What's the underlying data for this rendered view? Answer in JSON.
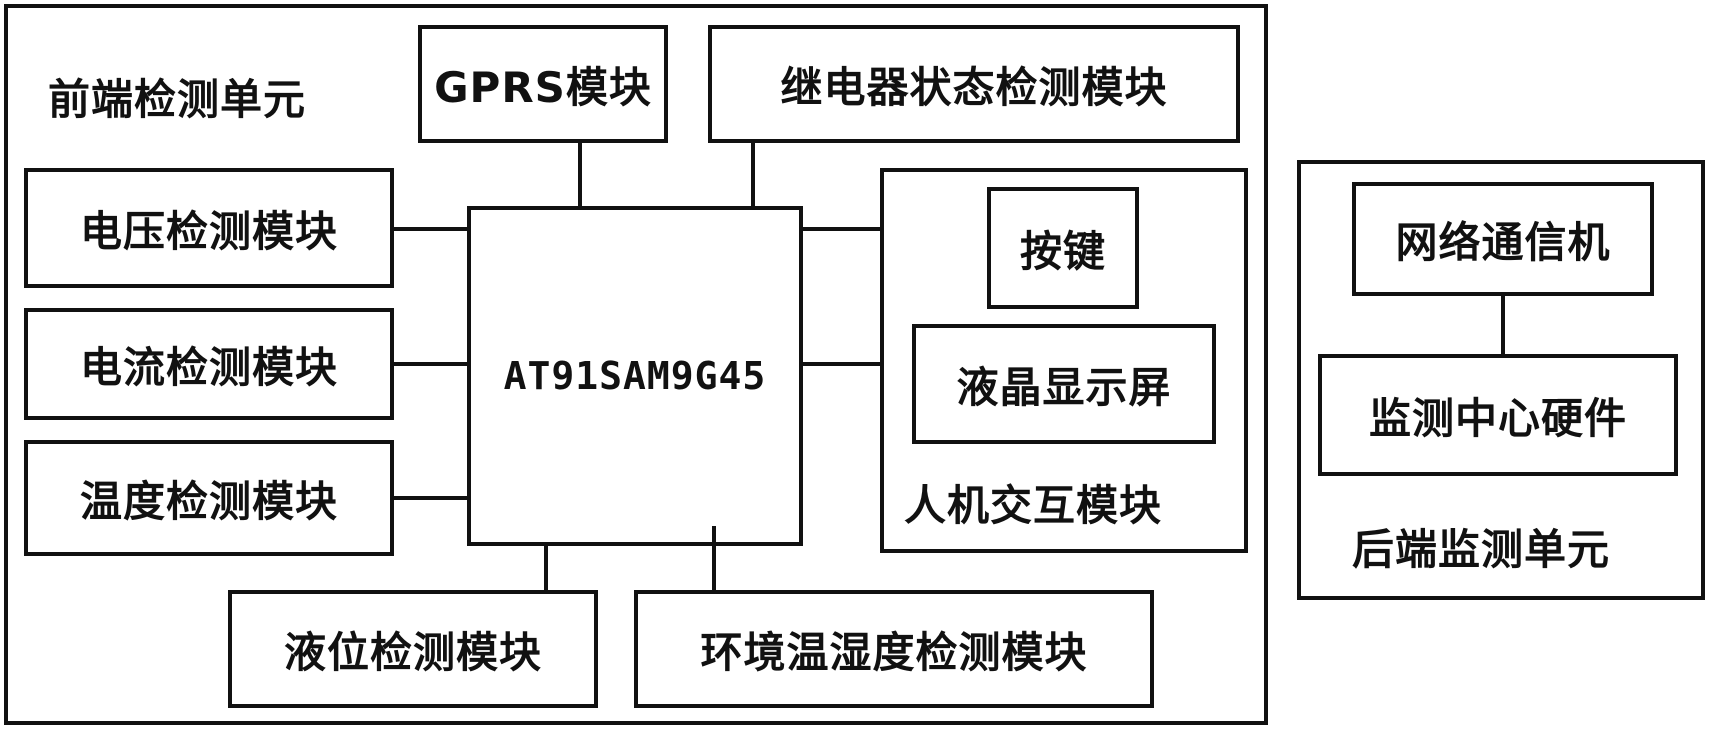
{
  "front_unit": {
    "title": "前端检测单元",
    "gprs": "GPRS模块",
    "relay": "继电器状态检测模块",
    "voltage": "电压检测模块",
    "current": "电流检测模块",
    "temperature": "温度检测模块",
    "level": "液位检测模块",
    "env": "环境温湿度检测模块",
    "mcu": "AT91SAM9G45",
    "hmi": {
      "title": "人机交互模块",
      "keys": "按键",
      "lcd": "液晶显示屏"
    }
  },
  "back_unit": {
    "title": "后端监测单元",
    "network": "网络通信机",
    "hardware": "监测中心硬件"
  }
}
